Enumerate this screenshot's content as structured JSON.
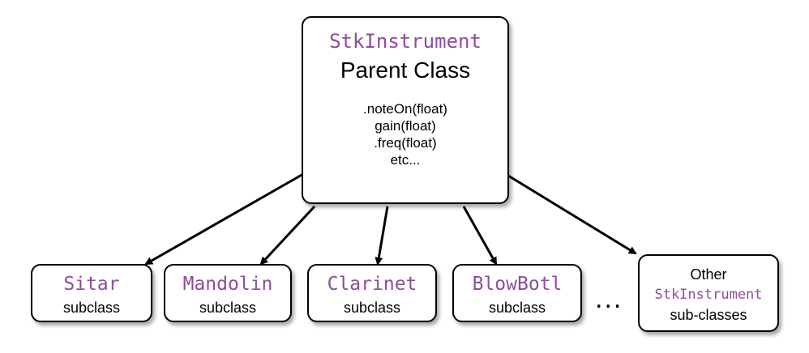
{
  "parent": {
    "class_name": "StkInstrument",
    "subtitle": "Parent Class",
    "methods": [
      ".noteOn(float)",
      "gain(float)",
      ".freq(float)",
      "etc..."
    ]
  },
  "children": [
    {
      "class_name": "Sitar",
      "label": "subclass"
    },
    {
      "class_name": "Mandolin",
      "label": "subclass"
    },
    {
      "class_name": "Clarinet",
      "label": "subclass"
    },
    {
      "class_name": "BlowBotl",
      "label": "subclass"
    }
  ],
  "other": {
    "top_label": "Other",
    "class_name": "StkInstrument",
    "bottom_label": "sub-classes"
  },
  "ellipsis": "...",
  "colors": {
    "class_name": "#8d4d9c",
    "text": "#000000",
    "border": "#000000"
  }
}
